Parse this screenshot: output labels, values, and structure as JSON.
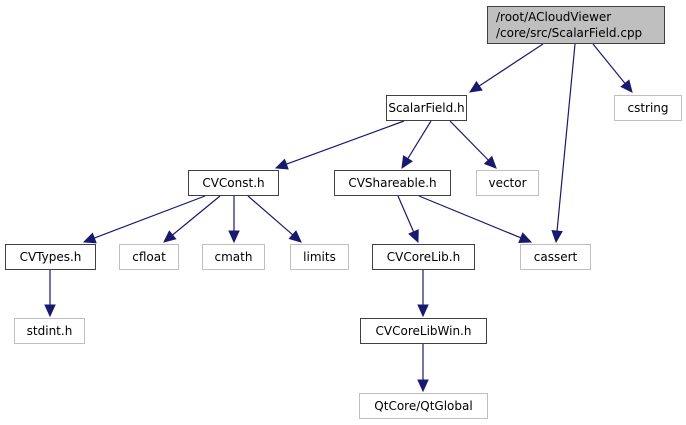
{
  "diagram": {
    "title": "Include dependency graph for ScalarField.cpp",
    "edge_color": "#191970",
    "nodes": [
      {
        "id": "root",
        "label_lines": [
          "/root/ACloudViewer",
          "/core/src/ScalarField.cpp"
        ],
        "kind": "root"
      },
      {
        "id": "scalarfield_h",
        "label": "ScalarField.h",
        "kind": "doc"
      },
      {
        "id": "cstring",
        "label": "cstring",
        "kind": "ext"
      },
      {
        "id": "cvconst_h",
        "label": "CVConst.h",
        "kind": "doc"
      },
      {
        "id": "cvshareable_h",
        "label": "CVShareable.h",
        "kind": "doc"
      },
      {
        "id": "vector",
        "label": "vector",
        "kind": "ext"
      },
      {
        "id": "cvtypes_h",
        "label": "CVTypes.h",
        "kind": "doc"
      },
      {
        "id": "cfloat",
        "label": "cfloat",
        "kind": "ext"
      },
      {
        "id": "cmath",
        "label": "cmath",
        "kind": "ext"
      },
      {
        "id": "limits",
        "label": "limits",
        "kind": "ext"
      },
      {
        "id": "cvcorelib_h",
        "label": "CVCoreLib.h",
        "kind": "doc"
      },
      {
        "id": "cassert",
        "label": "cassert",
        "kind": "ext"
      },
      {
        "id": "stdint_h",
        "label": "stdint.h",
        "kind": "ext"
      },
      {
        "id": "cvcorelibwin_h",
        "label": "CVCoreLibWin.h",
        "kind": "doc"
      },
      {
        "id": "qtglobal",
        "label": "QtCore/QtGlobal",
        "kind": "ext"
      }
    ],
    "edges": [
      [
        "root",
        "scalarfield_h"
      ],
      [
        "root",
        "cassert"
      ],
      [
        "root",
        "cstring"
      ],
      [
        "scalarfield_h",
        "cvconst_h"
      ],
      [
        "scalarfield_h",
        "cvshareable_h"
      ],
      [
        "scalarfield_h",
        "vector"
      ],
      [
        "cvconst_h",
        "cvtypes_h"
      ],
      [
        "cvconst_h",
        "cfloat"
      ],
      [
        "cvconst_h",
        "cmath"
      ],
      [
        "cvconst_h",
        "limits"
      ],
      [
        "cvshareable_h",
        "cvcorelib_h"
      ],
      [
        "cvshareable_h",
        "cassert"
      ],
      [
        "cvtypes_h",
        "stdint_h"
      ],
      [
        "cvcorelib_h",
        "cvcorelibwin_h"
      ],
      [
        "cvcorelibwin_h",
        "qtglobal"
      ]
    ]
  }
}
